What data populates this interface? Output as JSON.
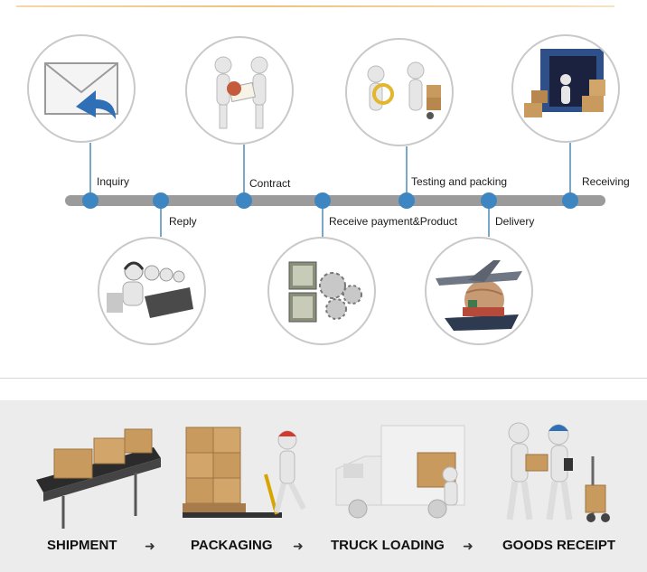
{
  "timeline": {
    "steps": [
      {
        "label": "Inquiry"
      },
      {
        "label": "Reply"
      },
      {
        "label": "Contract"
      },
      {
        "label": "Receive payment&Product"
      },
      {
        "label": "Testing and packing"
      },
      {
        "label": "Delivery"
      },
      {
        "label": "Receiving"
      }
    ]
  },
  "stages": [
    {
      "label": "SHIPMENT"
    },
    {
      "label": "PACKAGING"
    },
    {
      "label": "TRUCK LOADING"
    },
    {
      "label": "GOODS RECEIPT"
    }
  ],
  "icons": {
    "inquiry": "envelope-reply-icon",
    "contract": "stamp-contract-icon",
    "testing": "testing-packing-icon",
    "receiving": "container-boxes-icon",
    "reply": "call-center-icon",
    "payment": "money-gears-icon",
    "delivery": "plane-ship-globe-icon",
    "shipment": "conveyor-boxes-icon",
    "packaging": "pallet-jack-icon",
    "truck": "truck-loading-icon",
    "receipt": "goods-receipt-icon",
    "arrow": "arrow-right-icon"
  },
  "colors": {
    "timeline_bar": "#9b9b9b",
    "node": "#3d86c2",
    "connector": "#7aa8c8",
    "box": "#c99a5e",
    "bottom_bg": "#ececec"
  }
}
